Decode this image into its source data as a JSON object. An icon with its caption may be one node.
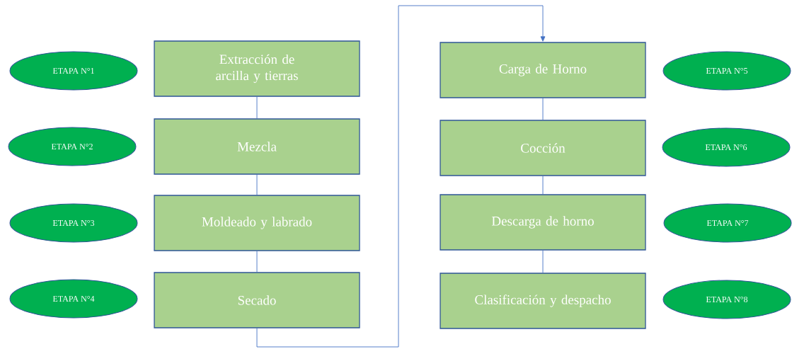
{
  "diagram": {
    "nodes": [
      {
        "text": [
          "Extracción de arcilla y tierras"
        ]
      },
      {
        "text": [
          "Mezcla"
        ]
      },
      {
        "text": [
          "Moldeado y labrado"
        ]
      },
      {
        "text": [
          "Secado"
        ]
      },
      {
        "text": [
          "Carga de Horno"
        ]
      },
      {
        "text": [
          "Cocción"
        ]
      },
      {
        "text": [
          "Descarga de horno"
        ]
      },
      {
        "text": [
          "Clasificación y despacho"
        ]
      },
      {
        "text": [
          "ETAPA N°1"
        ]
      },
      {
        "text": [
          "ETAPA N°2"
        ]
      },
      {
        "text": [
          "ETAPA N°3"
        ]
      },
      {
        "text": [
          "ETAPA N°4"
        ]
      },
      {
        "text": [
          "ETAPA N°5"
        ]
      },
      {
        "text": [
          "ETAPA N°6"
        ]
      },
      {
        "text": [
          "ETAPA N°7"
        ]
      },
      {
        "text": [
          "ETAPA N°8"
        ]
      }
    ],
    "edges": [
      {
        "from": 0,
        "to": 1,
        "arrow": "none"
      },
      {
        "from": 1,
        "to": 2,
        "arrow": "none"
      },
      {
        "from": 2,
        "to": 3,
        "arrow": "none"
      },
      {
        "from": 3,
        "to": 4,
        "arrow": "to"
      },
      {
        "from": 4,
        "to": 5,
        "arrow": "none"
      },
      {
        "from": 5,
        "to": 6,
        "arrow": "none"
      },
      {
        "from": 6,
        "to": 7,
        "arrow": "none"
      }
    ]
  }
}
